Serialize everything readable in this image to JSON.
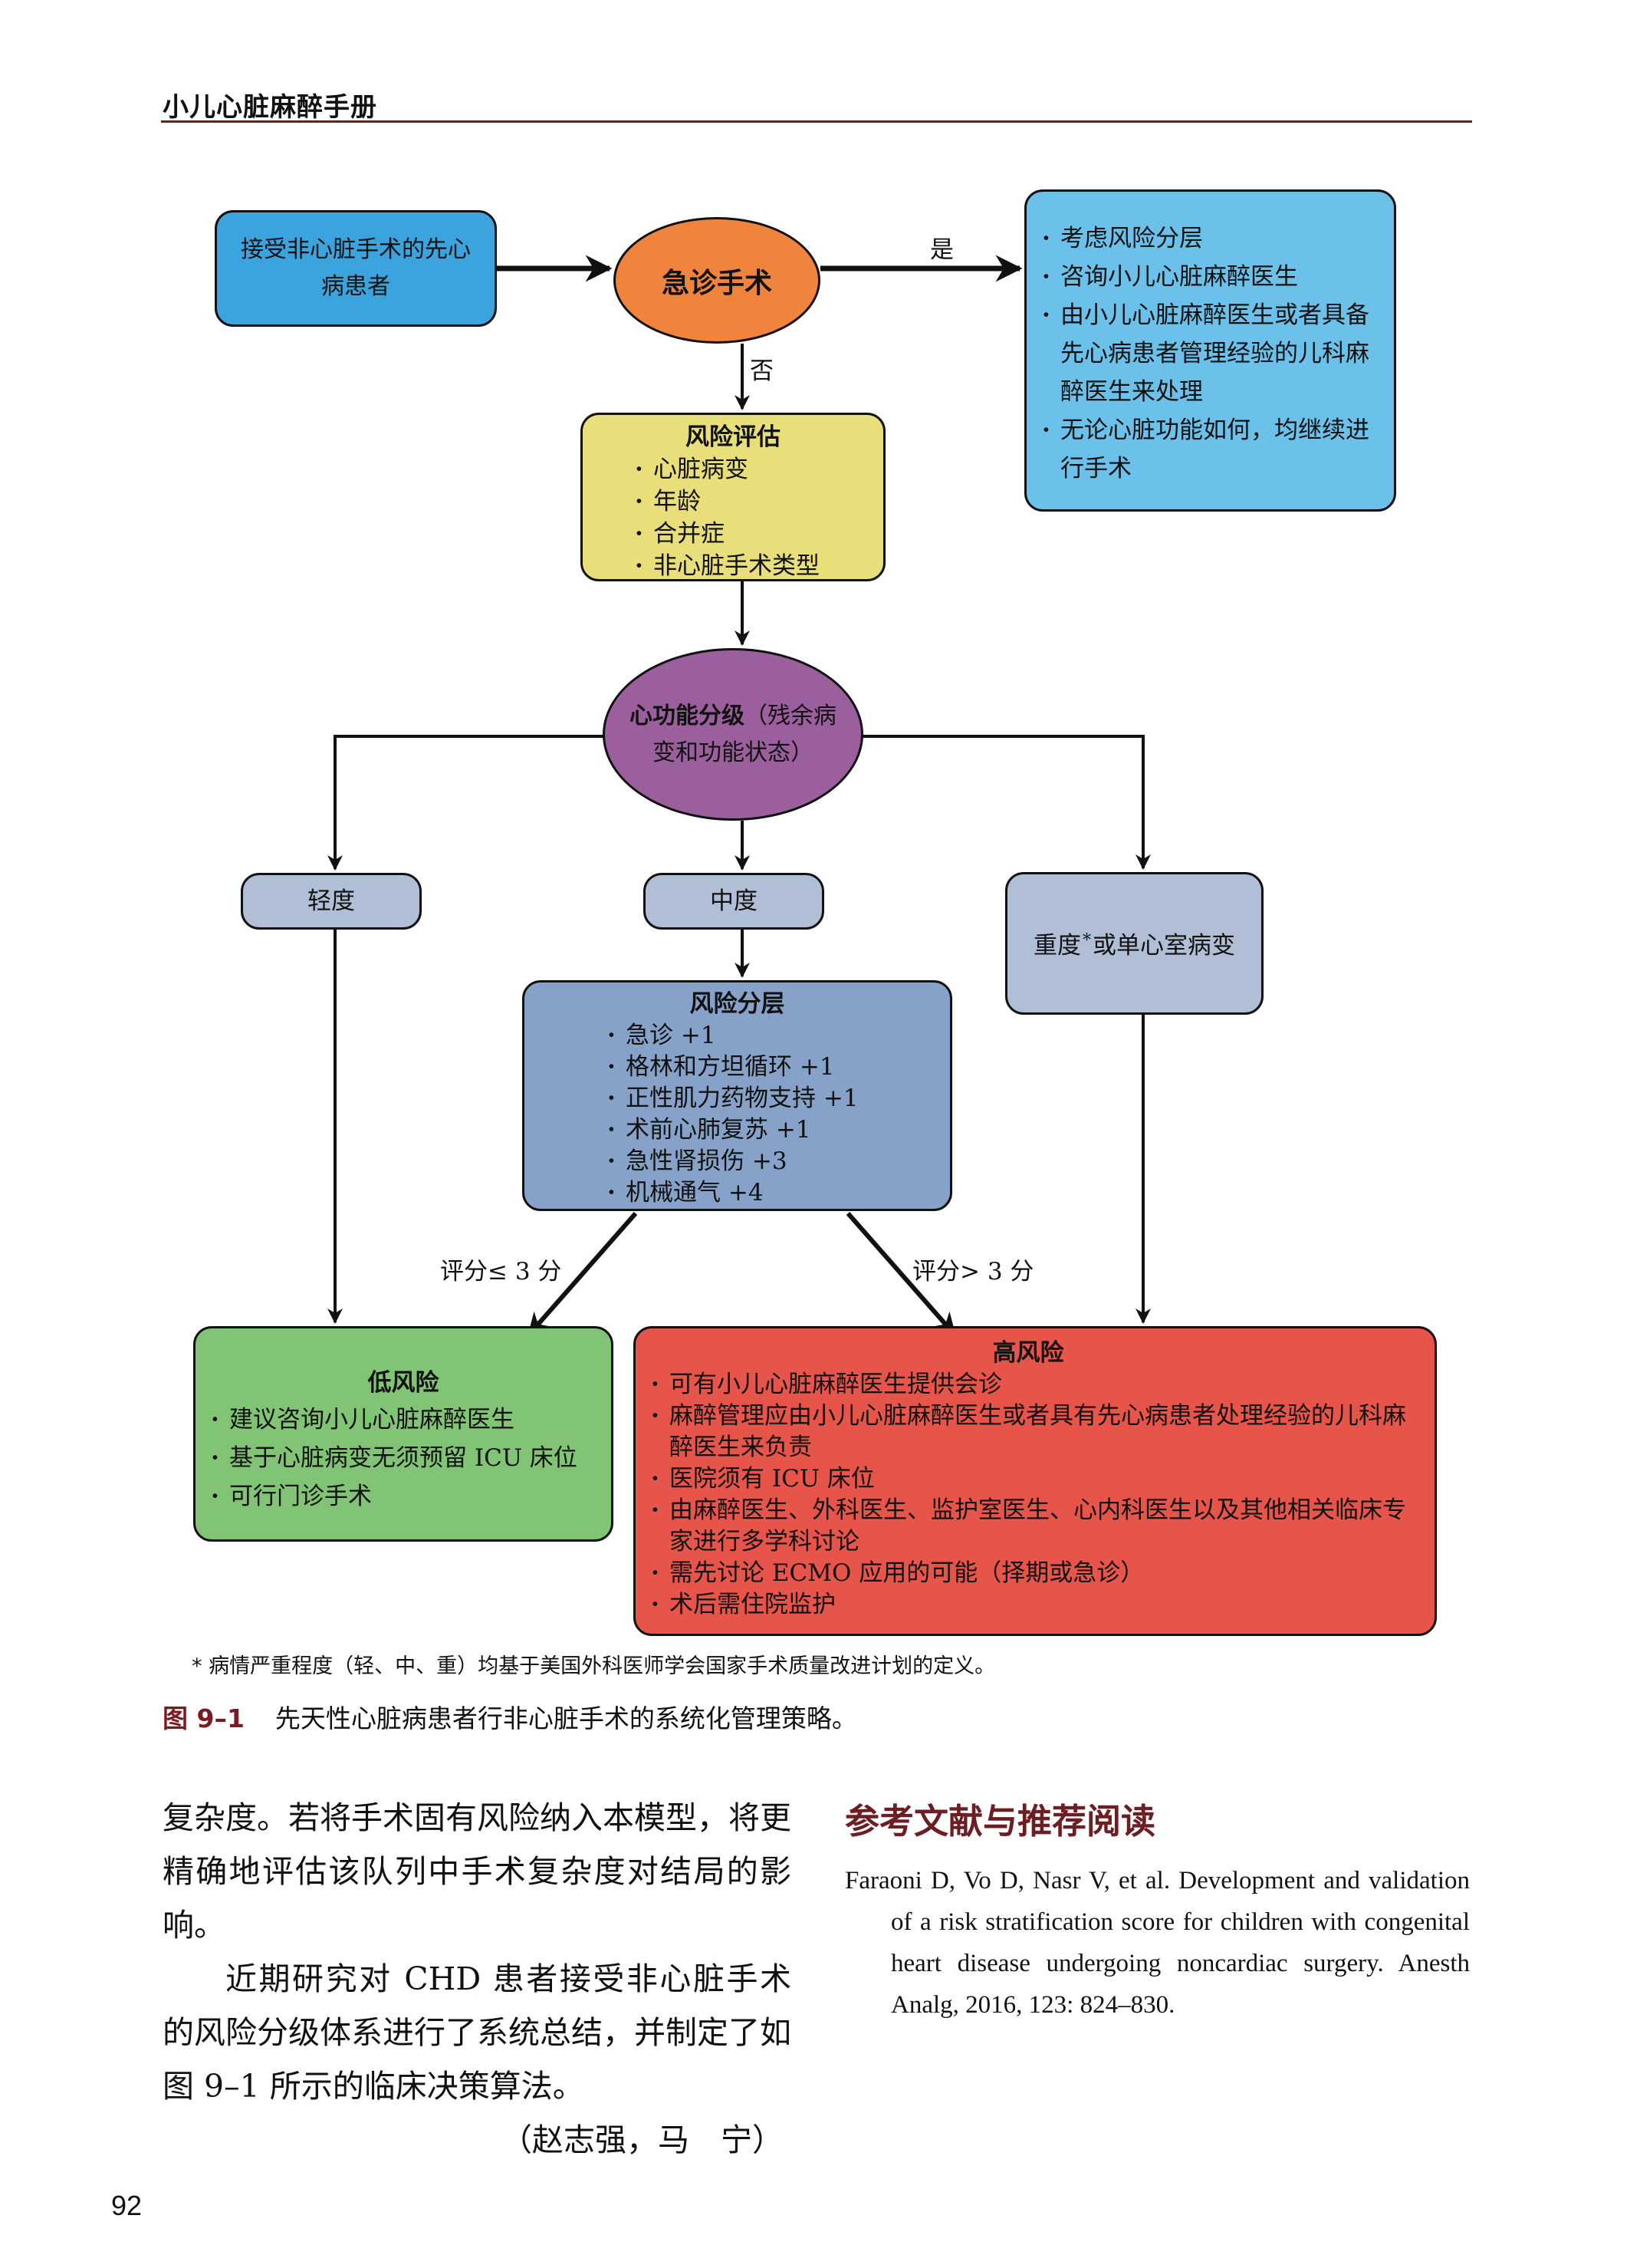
{
  "header": {
    "running_title": "小儿心脏麻醉手册"
  },
  "figure": {
    "nodes": {
      "start": "接受非心脏手术的先心病患者",
      "emergency": "急诊手术",
      "yes_box": [
        "考虑风险分层",
        "咨询小儿心脏麻醉医生",
        "由小儿心脏麻醉医生或者具备先心病患者管理经验的儿科麻醉医生来处理",
        "无论心脏功能如何，均继续进行手术"
      ],
      "risk_assessment": {
        "title": "风险评估",
        "items": [
          "心脏病变",
          "年龄",
          "合并症",
          "非心脏手术类型"
        ]
      },
      "function_grade": {
        "title_bold": "心功能分级",
        "title_rest": "（残余病变和功能状态）"
      },
      "mild": "轻度",
      "moderate": "中度",
      "severe": {
        "before": "重度",
        "mark": "*",
        "after": "或单心室病变"
      },
      "stratification": {
        "title": "风险分层",
        "items": [
          "急诊 +1",
          "格林和方坦循环 +1",
          "正性肌力药物支持 +1",
          "术前心肺复苏 +1",
          "急性肾损伤 +3",
          "机械通气 +4"
        ]
      },
      "low_risk": {
        "title": "低风险",
        "items": [
          "建议咨询小儿心脏麻醉医生",
          "基于心脏病变无须预留 ICU 床位",
          "可行门诊手术"
        ]
      },
      "high_risk": {
        "title": "高风险",
        "items": [
          "可有小儿心脏麻醉医生提供会诊",
          "麻醉管理应由小儿心脏麻醉医生或者具有先心病患者处理经验的儿科麻醉医生来负责",
          "医院须有 ICU 床位",
          "由麻醉医生、外科医生、监护室医生、心内科医生以及其他相关临床专家进行多学科讨论",
          "需先讨论 ECMO 应用的可能（择期或急诊）",
          "术后需住院监护"
        ]
      }
    },
    "edge_labels": {
      "yes": "是",
      "no": "否",
      "score_low": "评分≤ 3 分",
      "score_high": "评分> 3 分"
    },
    "colors": {
      "start": "#3ba4de",
      "emergency": "#f0843c",
      "yes_box": "#6bc1ea",
      "risk_assessment": "#e8df7a",
      "function_grade": "#9a5f9c",
      "severity": "#b0bed6",
      "stratification": "#87a2c8",
      "low_risk": "#82c475",
      "high_risk": "#e6544a"
    },
    "footnote": "* 病情严重程度（轻、中、重）均基于美国外科医师学会国家手术质量改进计划的定义。",
    "caption_label": "图 9–1",
    "caption_text": "先天性心脏病患者行非心脏手术的系统化管理策略。"
  },
  "body": {
    "paragraph1": "复杂度。若将手术固有风险纳入本模型，将更精确地评估该队列中手术复杂度对结局的影响。",
    "paragraph2": "近期研究对 CHD 患者接受非心脏手术的风险分级体系进行了系统总结，并制定了如图 9–1 所示的临床决策算法。",
    "authors": "（赵志强，马　宁）"
  },
  "references": {
    "title": "参考文献与推荐阅读",
    "items": [
      "Faraoni D, Vo D, Nasr V, et al. Development and validation of a risk stratification score for children with congenital heart disease undergoing noncardiac surgery. Anesth Analg, 2016, 123: 824–830."
    ]
  },
  "footer": {
    "page_number": "92"
  }
}
